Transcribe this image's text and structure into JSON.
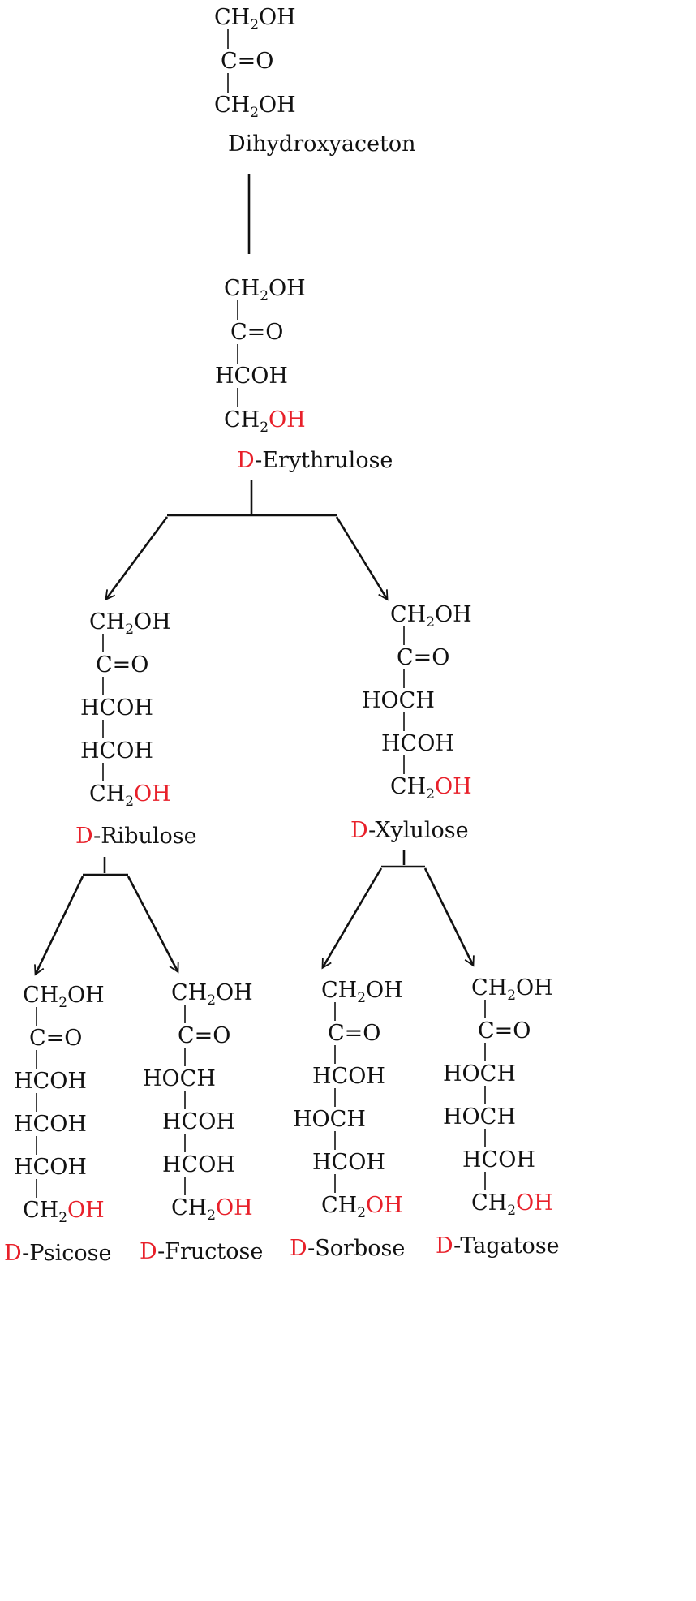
{
  "colors": {
    "ink": "#111111",
    "accent": "#e8202a"
  },
  "groups": {
    "ch2oh_top": "CH",
    "ch2oh_sub": "2",
    "oh": "OH",
    "carbonyl_c": "C",
    "carbonyl_o": "=O",
    "hcoh": "HCOH",
    "hoch": "HOCH"
  },
  "molecules": [
    {
      "id": "dihydroxyaceton",
      "name": "Dihydroxyaceton",
      "prefix": ""
    },
    {
      "id": "erythrulose",
      "name": "-Erythrulose",
      "prefix": "D"
    },
    {
      "id": "ribulose",
      "name": "-Ribulose",
      "prefix": "D"
    },
    {
      "id": "xylulose",
      "name": "-Xylulose",
      "prefix": "D"
    },
    {
      "id": "psicose",
      "name": "-Psicose",
      "prefix": "D"
    },
    {
      "id": "fructose",
      "name": "-Fructose",
      "prefix": "D"
    },
    {
      "id": "sorbose",
      "name": "-Sorbose",
      "prefix": "D"
    },
    {
      "id": "tagatose",
      "name": "-Tagatose",
      "prefix": "D"
    }
  ]
}
